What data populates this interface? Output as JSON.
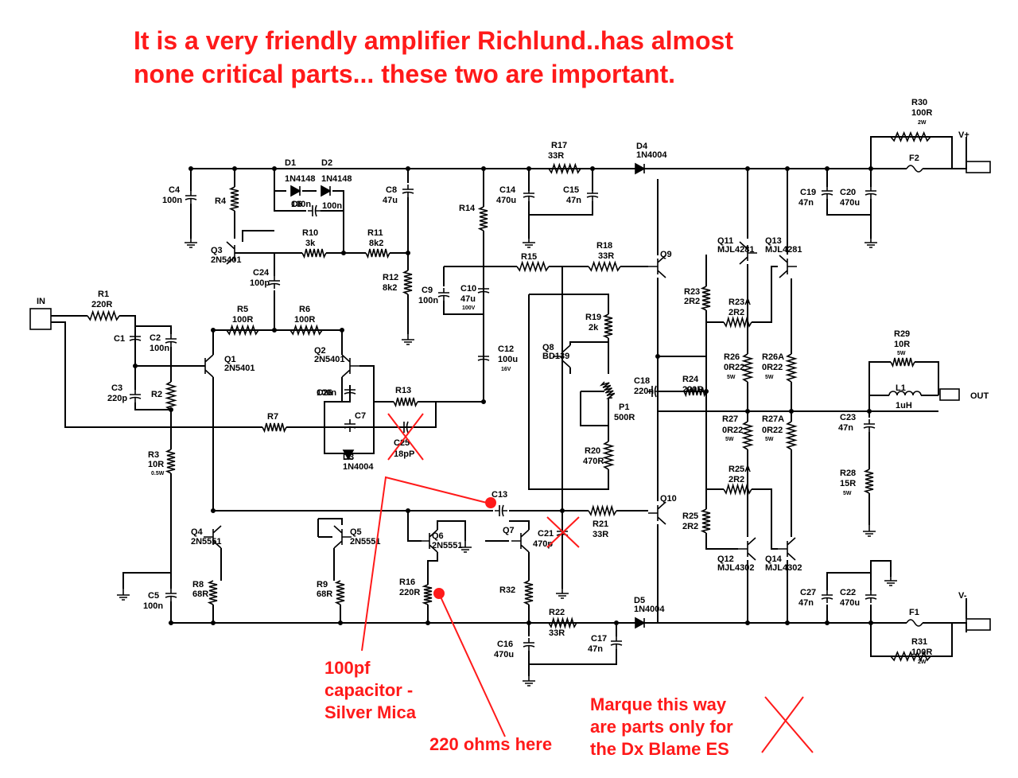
{
  "title": {
    "line1": "It is a very friendly amplifier Richlund..has almost",
    "line2": "none critical parts... these two are important."
  },
  "annotations": {
    "cap_note": [
      "100pf",
      "capacitor -",
      "Silver Mica"
    ],
    "resistor_note": "220 ohms here",
    "marking_note": [
      "Marque this way",
      "are parts only for",
      "the Dx Blame ES"
    ]
  },
  "colors": {
    "annotation": "#ff1a1a",
    "wire": "#000000",
    "background": "#ffffff"
  },
  "components": [
    {
      "ref": "R1",
      "value": "220R"
    },
    {
      "ref": "R2",
      "value": ""
    },
    {
      "ref": "R3",
      "value": "10R",
      "note": "0.5W"
    },
    {
      "ref": "R4",
      "value": ""
    },
    {
      "ref": "R5",
      "value": "100R"
    },
    {
      "ref": "R6",
      "value": "100R"
    },
    {
      "ref": "R7",
      "value": ""
    },
    {
      "ref": "R8",
      "value": "68R"
    },
    {
      "ref": "R9",
      "value": "68R"
    },
    {
      "ref": "R10",
      "value": "3k"
    },
    {
      "ref": "R11",
      "value": "8k2"
    },
    {
      "ref": "R12",
      "value": "8k2"
    },
    {
      "ref": "R13",
      "value": ""
    },
    {
      "ref": "R14",
      "value": ""
    },
    {
      "ref": "R15",
      "value": ""
    },
    {
      "ref": "R16",
      "value": "220R"
    },
    {
      "ref": "R17",
      "value": "33R"
    },
    {
      "ref": "R18",
      "value": "33R"
    },
    {
      "ref": "R19",
      "value": "2k"
    },
    {
      "ref": "R20",
      "value": "470R"
    },
    {
      "ref": "R21",
      "value": "33R"
    },
    {
      "ref": "R22",
      "value": "33R"
    },
    {
      "ref": "R23",
      "value": "2R2"
    },
    {
      "ref": "R23A",
      "value": "2R2"
    },
    {
      "ref": "R24",
      "value": "220R"
    },
    {
      "ref": "R25",
      "value": "2R2"
    },
    {
      "ref": "R25A",
      "value": "2R2"
    },
    {
      "ref": "R26",
      "value": "0R22",
      "note": "5W"
    },
    {
      "ref": "R26A",
      "value": "0R22",
      "note": "5W"
    },
    {
      "ref": "R27",
      "value": "0R22",
      "note": "5W"
    },
    {
      "ref": "R27A",
      "value": "0R22",
      "note": "5W"
    },
    {
      "ref": "R28",
      "value": "15R",
      "note": "5W"
    },
    {
      "ref": "R29",
      "value": "10R",
      "note": "5W"
    },
    {
      "ref": "R30",
      "value": "100R",
      "note": "2W"
    },
    {
      "ref": "R31",
      "value": "100R",
      "note": "2W"
    },
    {
      "ref": "R32",
      "value": ""
    },
    {
      "ref": "P1",
      "value": "500R"
    },
    {
      "ref": "C1",
      "value": ""
    },
    {
      "ref": "C2",
      "value": "100n"
    },
    {
      "ref": "C3",
      "value": "220p"
    },
    {
      "ref": "C4",
      "value": "100n"
    },
    {
      "ref": "C5",
      "value": "100n"
    },
    {
      "ref": "C6",
      "value": "100n"
    },
    {
      "ref": "C7",
      "value": ""
    },
    {
      "ref": "C8",
      "value": "47u"
    },
    {
      "ref": "C9",
      "value": "100n"
    },
    {
      "ref": "C10",
      "value": "47u",
      "note": "100V"
    },
    {
      "ref": "C12",
      "value": "100u",
      "note": "16V"
    },
    {
      "ref": "C13",
      "value": ""
    },
    {
      "ref": "C14",
      "value": "470u"
    },
    {
      "ref": "C15",
      "value": "47n"
    },
    {
      "ref": "C16",
      "value": "470u"
    },
    {
      "ref": "C17",
      "value": "47n"
    },
    {
      "ref": "C18",
      "value": "220n"
    },
    {
      "ref": "C19",
      "value": "47n"
    },
    {
      "ref": "C20",
      "value": "470u"
    },
    {
      "ref": "C21",
      "value": "470p"
    },
    {
      "ref": "C22",
      "value": "470u"
    },
    {
      "ref": "C23",
      "value": "47n"
    },
    {
      "ref": "C24",
      "value": "100p"
    },
    {
      "ref": "C25",
      "value": "18pP"
    },
    {
      "ref": "C26",
      "value": "100n"
    },
    {
      "ref": "C27",
      "value": "47n"
    },
    {
      "ref": "D1",
      "value": "1N4148"
    },
    {
      "ref": "D2",
      "value": "1N4148"
    },
    {
      "ref": "D3",
      "value": "1N4004"
    },
    {
      "ref": "D4",
      "value": "1N4004"
    },
    {
      "ref": "D5",
      "value": "1N4004"
    },
    {
      "ref": "Q1",
      "value": "2N5401"
    },
    {
      "ref": "Q2",
      "value": "2N5401"
    },
    {
      "ref": "Q3",
      "value": "2N5401"
    },
    {
      "ref": "Q4",
      "value": "2N5551"
    },
    {
      "ref": "Q5",
      "value": "2N5551"
    },
    {
      "ref": "Q6",
      "value": "2N5551"
    },
    {
      "ref": "Q7",
      "value": ""
    },
    {
      "ref": "Q8",
      "value": "BD139"
    },
    {
      "ref": "Q9",
      "value": ""
    },
    {
      "ref": "Q10",
      "value": ""
    },
    {
      "ref": "Q11",
      "value": "MJL4281"
    },
    {
      "ref": "Q12",
      "value": "MJL4302"
    },
    {
      "ref": "Q13",
      "value": "MJL4281"
    },
    {
      "ref": "Q14",
      "value": "MJL4302"
    },
    {
      "ref": "L1",
      "value": "1uH"
    },
    {
      "ref": "F1",
      "value": ""
    },
    {
      "ref": "F2",
      "value": ""
    }
  ],
  "ports": {
    "input": "IN",
    "output": "OUT",
    "vplus": "V+",
    "vminus": "V-"
  }
}
